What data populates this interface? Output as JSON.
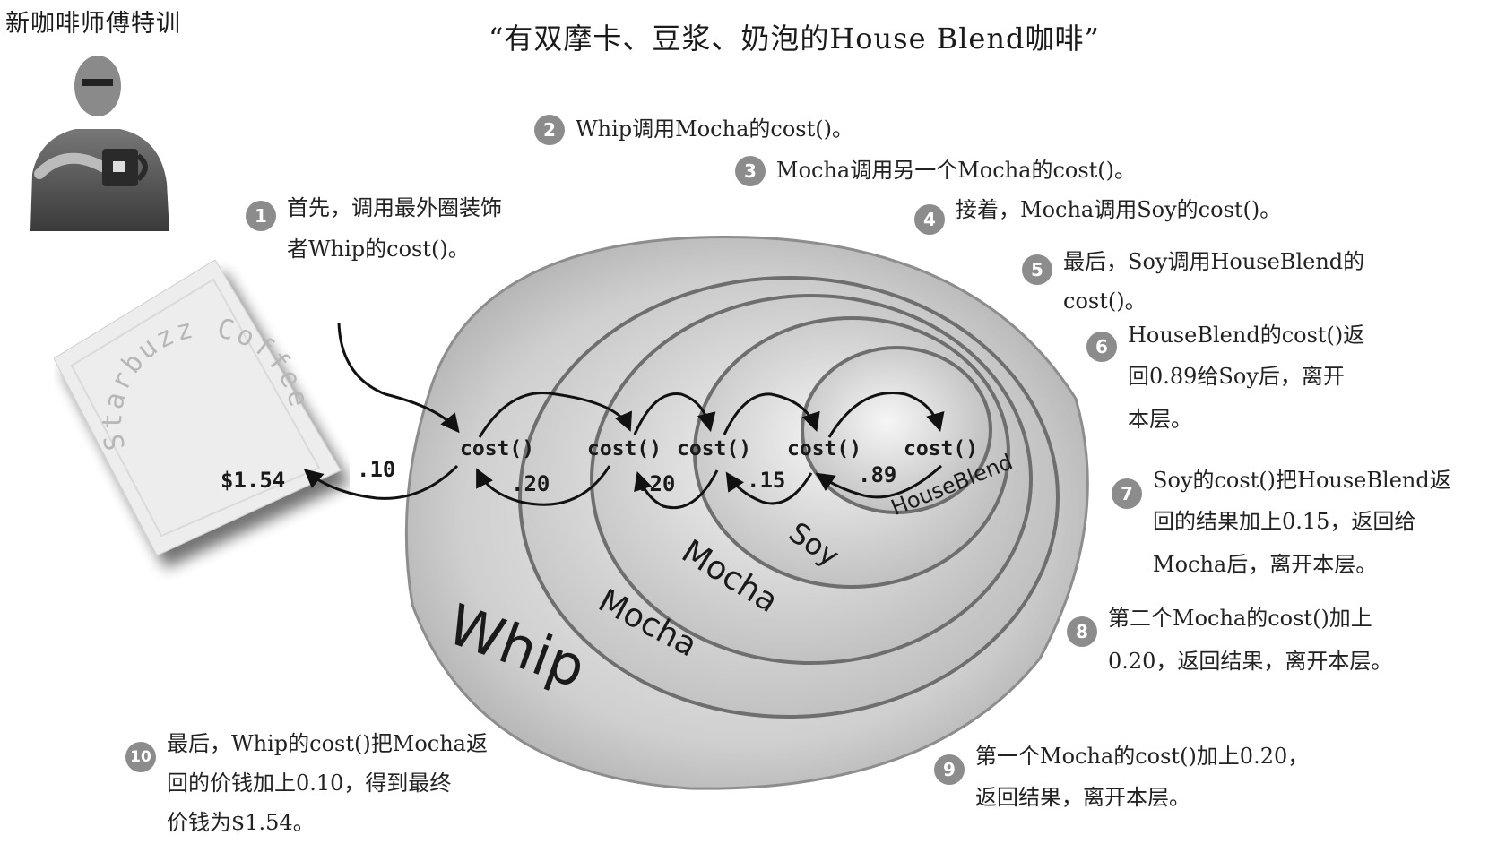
{
  "corner_label": "新咖啡师傅特训",
  "title": "“有双摩卡、豆浆、奶泡的House Blend咖啡”",
  "napkin": {
    "brand": "Starbuzz Coffee",
    "total": "$1.54"
  },
  "layers": [
    {
      "name": "Whip"
    },
    {
      "name": "Mocha"
    },
    {
      "name": "Mocha"
    },
    {
      "name": "Soy"
    },
    {
      "name": "HouseBlend"
    }
  ],
  "cost_calls": [
    "cost()",
    "cost()",
    "cost()",
    "cost()",
    "cost()"
  ],
  "return_values": [
    ".10",
    ".20",
    ".20",
    ".15",
    ".89"
  ],
  "steps": [
    {
      "num": "1",
      "lines": [
        "首先，调用最外圈装饰",
        "者Whip的cost()。"
      ]
    },
    {
      "num": "2",
      "lines": [
        "Whip调用Mocha的cost()。"
      ]
    },
    {
      "num": "3",
      "lines": [
        "Mocha调用另一个Mocha的cost()。"
      ]
    },
    {
      "num": "4",
      "lines": [
        "接着，Mocha调用Soy的cost()。"
      ]
    },
    {
      "num": "5",
      "lines": [
        "最后，Soy调用HouseBlend的",
        "cost()。"
      ]
    },
    {
      "num": "6",
      "lines": [
        "HouseBlend的cost()返",
        "回0.89给Soy后，离开",
        "本层。"
      ]
    },
    {
      "num": "7",
      "lines": [
        "Soy的cost()把HouseBlend返",
        "回的结果加上0.15，返回给",
        "Mocha后，离开本层。"
      ]
    },
    {
      "num": "8",
      "lines": [
        "第二个Mocha的cost()加上",
        "0.20，返回结果，离开本层。"
      ]
    },
    {
      "num": "9",
      "lines": [
        "第一个Mocha的cost()加上0.20，",
        "返回结果，离开本层。"
      ]
    },
    {
      "num": "10",
      "lines": [
        "最后，Whip的cost()把Mocha返",
        "回的价钱加上0.10，得到最终",
        "价钱为$1.54。"
      ]
    }
  ],
  "colors": {
    "badge": "#8c8c8c",
    "ring_fill": "#d8d8d8",
    "ring_edge": "#6e6e6e",
    "text": "#1a1a1a"
  }
}
